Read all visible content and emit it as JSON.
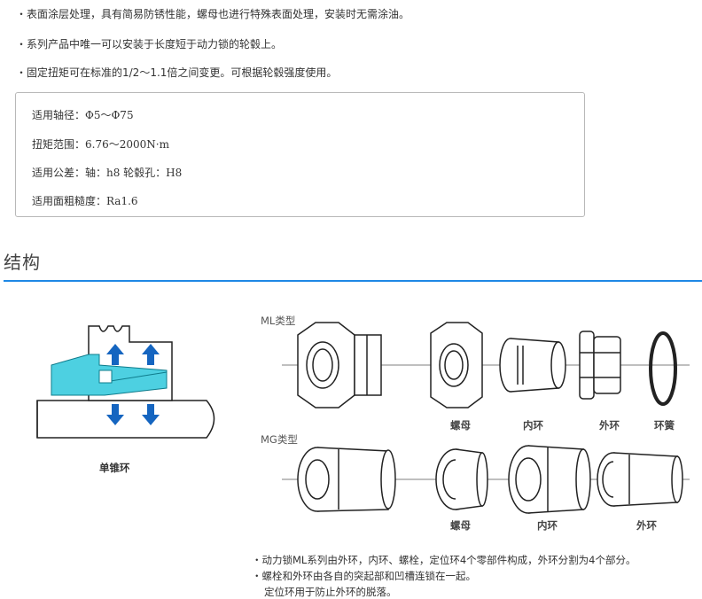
{
  "bullets": [
    "・表面涂层处理，具有简易防锈性能，螺母也进行特殊表面处理，安装时无需涂油。",
    "・系列产品中唯一可以安装于长度短于动力锁的轮毂上。",
    "・固定扭矩可在标准的1/2～1.1倍之间变更。可根据轮毂强度使用。"
  ],
  "specs": [
    "适用轴径：Φ5～Φ75",
    "扭矩范围：6.76～2000N·m",
    "适用公差：轴：h8  轮毂孔：H8",
    "适用面粗糙度：Ra1.6"
  ],
  "section": {
    "title": "结构"
  },
  "left_figure": {
    "caption": "单锥环"
  },
  "ml": {
    "title": "ML类型",
    "labels": [
      "螺母",
      "内环",
      "外环",
      "环簧"
    ]
  },
  "mg": {
    "title": "MG类型",
    "labels": [
      "螺母",
      "内环",
      "外环"
    ]
  },
  "notes": [
    "・动力锁ML系列由外环，内环、螺栓，定位环4个零部件构成，外环分割为4个部分。",
    "・螺栓和外环由各自的突起部和凹槽连锁在一起。",
    "定位环用于防止外环的脱落。"
  ],
  "colors": {
    "accent": "#1e88e5",
    "arrow": "#1565c0",
    "cyan": "#4dd0e1"
  }
}
